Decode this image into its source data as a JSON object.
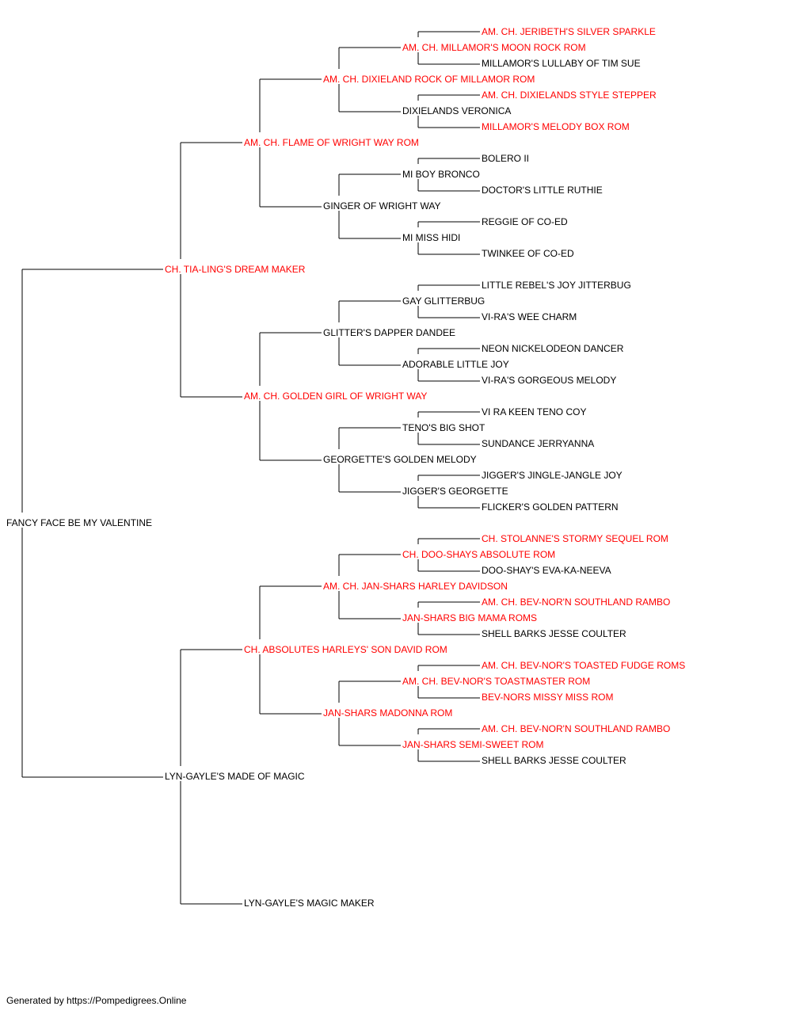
{
  "colors": {
    "champion": "#ff0000",
    "normal": "#000000",
    "line": "#000000"
  },
  "footer": "Generated by https://Pompedigrees.Online",
  "pedigree": {
    "name": "FANCY FACE BE MY VALENTINE",
    "champ": false,
    "sire": {
      "name": "CH. TIA-LING'S DREAM MAKER",
      "champ": true,
      "sire": {
        "name": "AM. CH. FLAME OF WRIGHT WAY ROM",
        "champ": true,
        "sire": {
          "name": "AM. CH. DIXIELAND ROCK OF MILLAMOR ROM",
          "champ": true,
          "sire": {
            "name": "AM. CH. MILLAMOR'S MOON ROCK ROM",
            "champ": true,
            "sire": {
              "name": "AM. CH. JERIBETH'S SILVER SPARKLE",
              "champ": true
            },
            "dam": {
              "name": "MILLAMOR'S LULLABY OF TIM SUE",
              "champ": false
            }
          },
          "dam": {
            "name": "DIXIELANDS VERONICA",
            "champ": false,
            "sire": {
              "name": "AM. CH. DIXIELANDS STYLE STEPPER",
              "champ": true
            },
            "dam": {
              "name": "MILLAMOR'S MELODY BOX ROM",
              "champ": true
            }
          }
        },
        "dam": {
          "name": "GINGER OF WRIGHT WAY",
          "champ": false,
          "sire": {
            "name": "MI BOY BRONCO",
            "champ": false,
            "sire": {
              "name": "BOLERO II",
              "champ": false
            },
            "dam": {
              "name": "DOCTOR'S LITTLE RUTHIE",
              "champ": false
            }
          },
          "dam": {
            "name": "MI MISS HIDI",
            "champ": false,
            "sire": {
              "name": "REGGIE OF CO-ED",
              "champ": false
            },
            "dam": {
              "name": "TWINKEE OF CO-ED",
              "champ": false
            }
          }
        }
      },
      "dam": {
        "name": "AM. CH. GOLDEN GIRL OF WRIGHT WAY",
        "champ": true,
        "sire": {
          "name": "GLITTER'S DAPPER DANDEE",
          "champ": false,
          "sire": {
            "name": "GAY GLITTERBUG",
            "champ": false,
            "sire": {
              "name": "LITTLE REBEL'S JOY JITTERBUG",
              "champ": false
            },
            "dam": {
              "name": "VI-RA'S WEE CHARM",
              "champ": false
            }
          },
          "dam": {
            "name": "ADORABLE LITTLE JOY",
            "champ": false,
            "sire": {
              "name": "NEON NICKELODEON DANCER",
              "champ": false
            },
            "dam": {
              "name": "VI-RA'S GORGEOUS MELODY",
              "champ": false
            }
          }
        },
        "dam": {
          "name": "GEORGETTE'S GOLDEN MELODY",
          "champ": false,
          "sire": {
            "name": "TENO'S BIG SHOT",
            "champ": false,
            "sire": {
              "name": "VI RA KEEN TENO COY",
              "champ": false
            },
            "dam": {
              "name": "SUNDANCE JERRYANNA",
              "champ": false
            }
          },
          "dam": {
            "name": "JIGGER'S GEORGETTE",
            "champ": false,
            "sire": {
              "name": "JIGGER'S JINGLE-JANGLE JOY",
              "champ": false
            },
            "dam": {
              "name": "FLICKER'S GOLDEN PATTERN",
              "champ": false
            }
          }
        }
      }
    },
    "dam": {
      "name": "LYN-GAYLE'S MADE OF MAGIC",
      "champ": false,
      "sire": {
        "name": "CH. ABSOLUTES HARLEYS' SON DAVID ROM",
        "champ": true,
        "sire": {
          "name": "AM. CH. JAN-SHARS HARLEY DAVIDSON",
          "champ": true,
          "sire": {
            "name": "CH. DOO-SHAYS ABSOLUTE ROM",
            "champ": true,
            "sire": {
              "name": "CH. STOLANNE'S STORMY SEQUEL ROM",
              "champ": true
            },
            "dam": {
              "name": "DOO-SHAY'S EVA-KA-NEEVA",
              "champ": false
            }
          },
          "dam": {
            "name": "JAN-SHARS BIG MAMA ROMS",
            "champ": true,
            "sire": {
              "name": "AM. CH. BEV-NOR'N SOUTHLAND RAMBO",
              "champ": true
            },
            "dam": {
              "name": "SHELL BARKS JESSE COULTER",
              "champ": false
            }
          }
        },
        "dam": {
          "name": "JAN-SHARS MADONNA ROM",
          "champ": true,
          "sire": {
            "name": "AM. CH. BEV-NOR'S TOASTMASTER ROM",
            "champ": true,
            "sire": {
              "name": "AM. CH. BEV-NOR'S TOASTED FUDGE ROMS",
              "champ": true
            },
            "dam": {
              "name": "BEV-NORS MISSY MISS ROM",
              "champ": true
            }
          },
          "dam": {
            "name": "JAN-SHARS SEMI-SWEET ROM",
            "champ": true,
            "sire": {
              "name": "AM. CH. BEV-NOR'N SOUTHLAND RAMBO",
              "champ": true
            },
            "dam": {
              "name": "SHELL BARKS JESSE COULTER",
              "champ": false
            }
          }
        }
      },
      "dam": {
        "name": "LYN-GAYLE'S MAGIC MAKER",
        "champ": false
      }
    }
  }
}
